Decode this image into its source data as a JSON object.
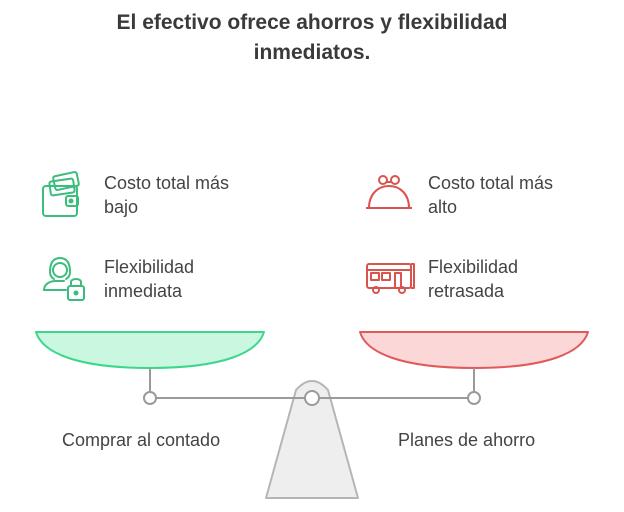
{
  "title": {
    "line1": "El efectivo ofrece ahorros y flexibilidad",
    "line2": "inmediatos."
  },
  "left": {
    "label": "Comprar al contado",
    "color": "#3dd68c",
    "fill": "#c9f7df",
    "items": [
      {
        "icon": "wallet-cash-icon",
        "line1": "Costo total más",
        "line2": "bajo"
      },
      {
        "icon": "person-lock-icon",
        "line1": "Flexibilidad",
        "line2": "inmediata"
      }
    ]
  },
  "right": {
    "label": "Planes de ahorro",
    "color": "#e05a5a",
    "fill": "#fcd7d7",
    "items": [
      {
        "icon": "coin-purse-icon",
        "line1": "Costo total más",
        "line2": "alto"
      },
      {
        "icon": "bus-icon",
        "line1": "Flexibilidad",
        "line2": "retrasada"
      }
    ]
  }
}
